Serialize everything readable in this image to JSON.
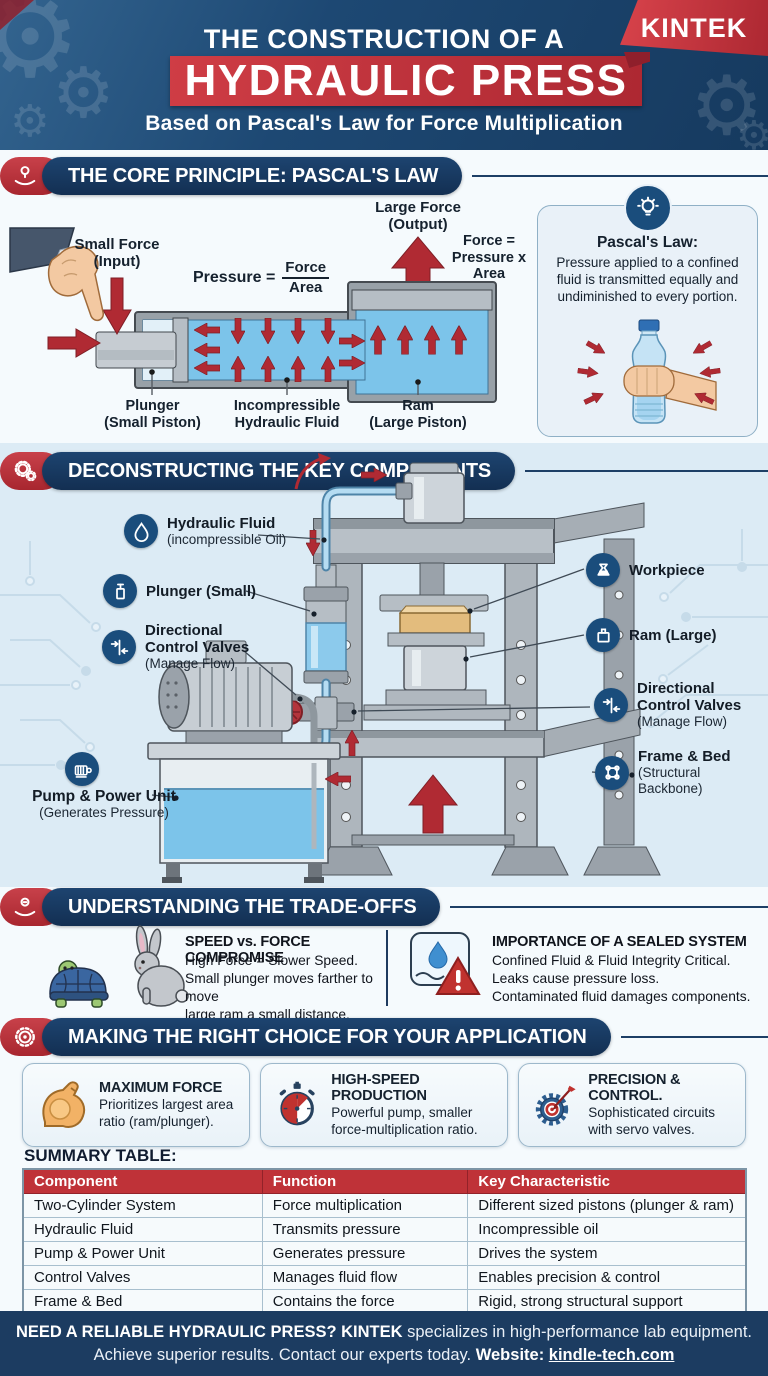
{
  "colors": {
    "navy": "#1d4470",
    "red": "#bf333c",
    "light_band": "#dcebf5",
    "fluid_blue": "#7cc4ea",
    "footer_bg": "#1c3c61"
  },
  "header": {
    "brand": "KINTEK",
    "title_top": "THE CONSTRUCTION OF A",
    "title_main": "HYDRAULIC PRESS",
    "subtitle": "Based on Pascal's Law for Force Multiplication"
  },
  "sections": {
    "s1": "THE CORE PRINCIPLE: PASCAL'S LAW",
    "s2": "DECONSTRUCTING THE KEY COMPONENTS",
    "s3": "UNDERSTANDING THE TRADE-OFFS",
    "s4": "MAKING THE RIGHT CHOICE FOR YOUR APPLICATION"
  },
  "principle": {
    "small_force": "Small Force\n(Input)",
    "pressure_eq": "Pressure =",
    "frac_num": "Force",
    "frac_den": "Area",
    "large_force": "Large Force\n(Output)",
    "force_eq": "Force =\nPressure x\nArea",
    "plunger_label": "Plunger\n(Small Piston)",
    "fluid_label": "Incompressible\nHydraulic Fluid",
    "ram_label": "Ram\n(Large Piston)",
    "callout_title": "Pascal's Law:",
    "callout_body": "Pressure applied to a confined\nfluid is transmitted equally and\nundiminished to every portion."
  },
  "components": {
    "left": [
      {
        "title": "Hydraulic Fluid",
        "sub": "(incompressible Oil)"
      },
      {
        "title": "Plunger (Small)",
        "sub": ""
      },
      {
        "title": "Directional\nControl Valves",
        "sub": "(Manage Flow)"
      },
      {
        "title": "Pump & Power Unit",
        "sub": "(Generates Pressure)"
      }
    ],
    "right": [
      {
        "title": "Workpiece",
        "sub": ""
      },
      {
        "title": "Ram (Large)",
        "sub": ""
      },
      {
        "title": "Directional\nControl Valves",
        "sub": "(Manage Flow)"
      },
      {
        "title": "Frame & Bed",
        "sub": "(Structural Backbone)"
      }
    ]
  },
  "tradeoffs": {
    "left": {
      "title": "SPEED vs. FORCE COMPROMISE",
      "body": "High Force = Slower Speed.\nSmall plunger moves farther to move\nlarge ram a small distance."
    },
    "right": {
      "title": "IMPORTANCE OF A SEALED SYSTEM",
      "body": "Confined Fluid & Fluid Integrity Critical.\nLeaks cause pressure loss.\nContaminated fluid damages components."
    }
  },
  "choices": [
    {
      "title": "MAXIMUM FORCE",
      "body": "Prioritizes largest area\nratio (ram/plunger)."
    },
    {
      "title": "HIGH-SPEED PRODUCTION",
      "body": "Powerful pump, smaller\nforce-multiplication ratio."
    },
    {
      "title": "PRECISION & CONTROL.",
      "body": "Sophisticated circuits\nwith servo valves."
    }
  ],
  "summary": {
    "title": "SUMMARY TABLE:",
    "headers": [
      "Component",
      "Function",
      "Key Characteristic"
    ],
    "rows": [
      [
        "Two-Cylinder System",
        "Force multiplication",
        "Different sized pistons (plunger & ram)"
      ],
      [
        "Hydraulic Fluid",
        "Transmits pressure",
        "Incompressible oil"
      ],
      [
        "Pump & Power Unit",
        "Generates pressure",
        "Drives the system"
      ],
      [
        "Control Valves",
        "Manages fluid flow",
        "Enables precision & control"
      ],
      [
        "Frame & Bed",
        "Contains the force",
        "Rigid, strong structural support"
      ]
    ]
  },
  "footer": {
    "l1_bold": "NEED A RELIABLE HYDRAULIC PRESS? KINTEK",
    "l1_rest": " specializes in high-performance lab equipment.",
    "l2_start": "Achieve superior results. Contact our experts today. ",
    "l2_bold": "Website: ",
    "link": "kindle-tech.com"
  }
}
